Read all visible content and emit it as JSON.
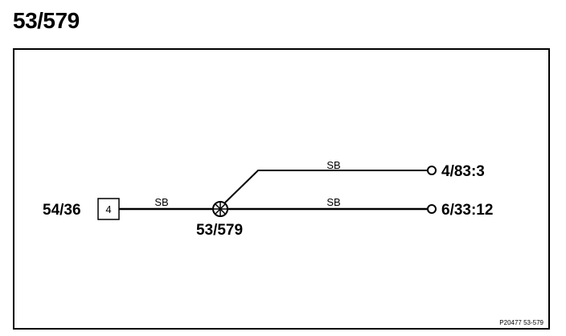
{
  "page": {
    "title": "53/579"
  },
  "diagram": {
    "source_connector": {
      "label": "54/36",
      "pin": "4"
    },
    "splice": {
      "label": "53/579"
    },
    "wires": [
      {
        "color": "SB"
      },
      {
        "color": "SB"
      },
      {
        "color": "SB"
      }
    ],
    "terminals": [
      {
        "label": "4/83:3"
      },
      {
        "label": "6/33:12"
      }
    ],
    "figure_ref": "P20477  53-579"
  }
}
